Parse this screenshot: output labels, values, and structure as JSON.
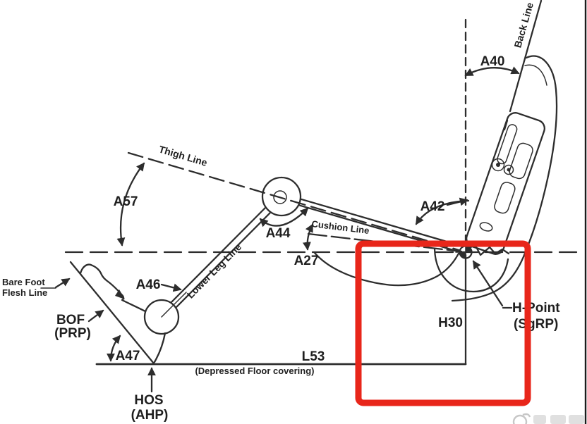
{
  "diagram": {
    "labels": {
      "a40": "A40",
      "a42": "A42",
      "a44": "A44",
      "a46": "A46",
      "a47": "A47",
      "a57": "A57",
      "a27": "A27",
      "h30": "H30",
      "l53": "L53",
      "back_line": "Back Line",
      "thigh_line": "Thigh Line",
      "cushion_line": "Cushion Line",
      "lower_leg_line": "Lower Leg Line",
      "bare_foot_line1": "Bare Foot",
      "bare_foot_line2": "Flesh Line",
      "bof_line1": "BOF",
      "bof_line2": "(PRP)",
      "hos_line1": "HOS",
      "hos_line2": "(AHP)",
      "h_point_line1": "H-Point",
      "h_point_line2": "(SgRP)",
      "floor_note": "(Depressed Floor covering)"
    },
    "colors": {
      "ink": "#2d2d2d",
      "text": "#1f1f1f",
      "highlight_red": "#e8261a",
      "watermark_gray": "#e0e0e0",
      "watermark_line": "#c7c7c7",
      "edge_line": "#1b1b1b"
    }
  }
}
